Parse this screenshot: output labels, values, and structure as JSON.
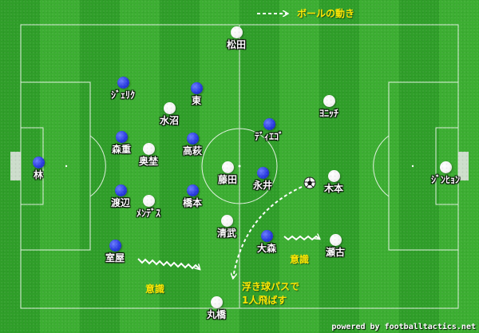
{
  "legend": {
    "label": "ボールの動き"
  },
  "credit": "powered by footballtactics.net",
  "annotations": {
    "awareness_left": "意識",
    "awareness_right": "意識",
    "lofted_pass_line1": "浮き球パスで",
    "lofted_pass_line2": "1人飛ばす"
  },
  "colors": {
    "pitch_light": "#3cae32",
    "pitch_dark": "#2f9e29",
    "team_white": "#ffffff",
    "team_blue": "#2a3ce0",
    "annotation": "#ffe600"
  },
  "icons": {
    "ball": "soccer-ball-icon",
    "dashed_arrow": "dashed-arrow-icon",
    "wavy_arrow": "wavy-arrow-icon"
  },
  "players": {
    "white": [
      {
        "key": "matsuda",
        "name": "松田"
      },
      {
        "key": "yonetch",
        "name": "ﾖﾆｯﾁ"
      },
      {
        "key": "mizunuma",
        "name": "水沼"
      },
      {
        "key": "okuboku",
        "name": "奥埜"
      },
      {
        "key": "fujita",
        "name": "藤田"
      },
      {
        "key": "kimoto",
        "name": "木本"
      },
      {
        "key": "jinhyeon",
        "name": "ｼﾞﾝﾋｮﾝ"
      },
      {
        "key": "mendes",
        "name": "ﾒﾝﾃﾞｽ"
      },
      {
        "key": "kiyotake",
        "name": "清武"
      },
      {
        "key": "seko",
        "name": "瀬古"
      },
      {
        "key": "maruhashi",
        "name": "丸橋"
      }
    ],
    "blue": [
      {
        "key": "jerik",
        "name": "ｼﾞｪﾘｸ"
      },
      {
        "key": "higashi",
        "name": "東"
      },
      {
        "key": "diego",
        "name": "ﾃﾞｨｴｺﾞ"
      },
      {
        "key": "morishige",
        "name": "森重"
      },
      {
        "key": "takahagi",
        "name": "高萩"
      },
      {
        "key": "hayashi",
        "name": "林"
      },
      {
        "key": "nagai",
        "name": "永井"
      },
      {
        "key": "watanabe",
        "name": "渡辺"
      },
      {
        "key": "hashimoto",
        "name": "橋本"
      },
      {
        "key": "omori",
        "name": "大森"
      },
      {
        "key": "muroya",
        "name": "室屋"
      }
    ]
  }
}
